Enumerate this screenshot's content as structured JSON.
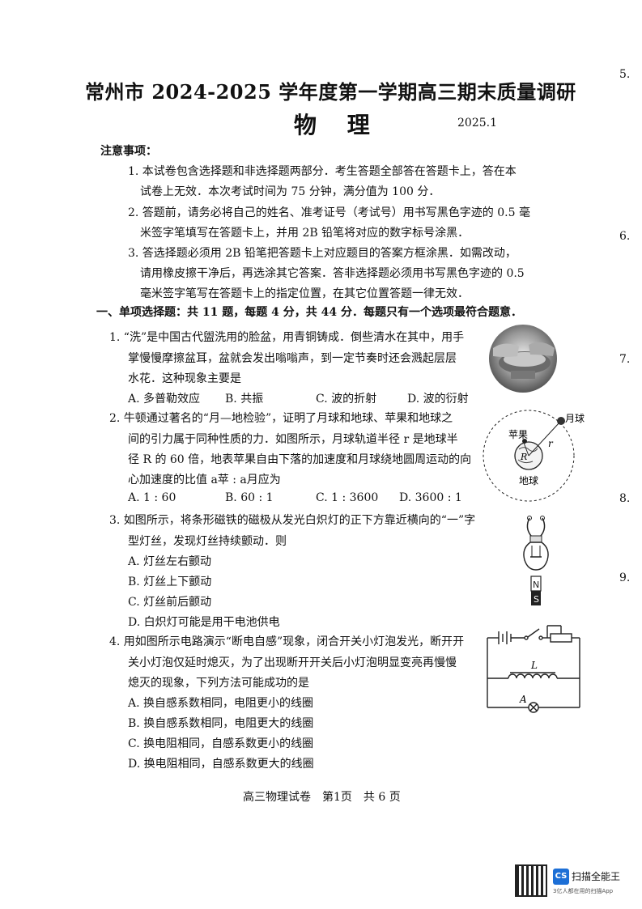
{
  "header": {
    "title": "常州市 2024-2025 学年度第一学期高三期末质量调研",
    "subject": "物 理",
    "date": "2025.1"
  },
  "margin_numbers": [
    "5.",
    "6.",
    "7.",
    "8.",
    "9."
  ],
  "notice": {
    "heading": "注意事项：",
    "lines": [
      "1. 本试卷包含选择题和非选择题两部分．考生答题全部答在答题卡上，答在本",
      "试卷上无效．本次考试时间为 75 分钟，满分值为 100 分．",
      "2. 答题前，请务必将自己的姓名、准考证号（考试号）用书写黑色字迹的 0.5 毫",
      "米签字笔填写在答题卡上，并用 2B 铅笔将对应的数字标号涂黑．",
      "3. 答选择题必须用 2B 铅笔把答题卡上对应题目的答案方框涂黑．如需改动，",
      "请用橡皮擦干净后，再选涂其它答案．答非选择题必须用书写黑色字迹的 0.5",
      "毫米签字笔写在答题卡上的指定位置，在其它位置答题一律无效．"
    ]
  },
  "section_title": "一、单项选择题：共 11 题，每题 4 分，共 44 分．每题只有一个选项最符合题意．",
  "q1": {
    "lines": [
      "1. “洗”是中国古代盥洗用的脸盆，用青铜铸成．倒些清水在其中，用手",
      "掌慢慢摩擦盆耳，盆就会发出嗡嗡声，到一定节奏时还会溅起层层",
      "水花．这种现象主要是"
    ],
    "options": [
      "A. 多普勒效应",
      "B. 共振",
      "C. 波的折射",
      "D. 波的衍射"
    ]
  },
  "q2": {
    "lines": [
      "2. 牛顿通过著名的“月—地检验”，证明了月球和地球、苹果和地球之",
      "间的引力属于同种性质的力．如图所示，月球轨道半径 r 是地球半",
      "径 R 的 60 倍，地表苹果自由下落的加速度和月球绕地圆周运动的向",
      "心加速度的比值 a苹 : a月应为"
    ],
    "options": [
      "A. 1 : 60",
      "B. 60 : 1",
      "C. 1 : 3600",
      "D. 3600 : 1"
    ],
    "figure_labels": {
      "moon": "月球",
      "apple": "苹果",
      "earth": "地球",
      "r": "r",
      "R": "R"
    }
  },
  "q3": {
    "lines": [
      "3. 如图所示，将条形磁铁的磁极从发光白炽灯的正下方靠近横向的“一”字",
      "型灯丝，发现灯丝持续颤动．则"
    ],
    "options": [
      "A. 灯丝左右颤动",
      "B. 灯丝上下颤动",
      "C. 灯丝前后颤动",
      "D. 白炽灯可能是用干电池供电"
    ],
    "figure_labels": {
      "n": "N",
      "s": "S"
    }
  },
  "q4": {
    "lines": [
      "4. 用如图所示电路演示“断电自感”现象，闭合开关小灯泡发光，断开开",
      "关小灯泡仅延时熄灭，为了出现断开开关后小灯泡明显变亮再慢慢",
      "熄灭的现象，下列方法可能成功的是"
    ],
    "options": [
      "A. 换自感系数相同，电阻更小的线圈",
      "B. 换自感系数相同，电阻更大的线圈",
      "C. 换电阻相同，自感系数更小的线圈",
      "D. 换电阻相同，自感系数更大的线圈"
    ],
    "figure_labels": {
      "inductor": "L",
      "lamp": "A"
    }
  },
  "footer": "高三物理试卷　第1页　共 6 页",
  "watermark": {
    "cs": "CS",
    "name": "扫描全能王",
    "sub": "3亿人都在用的扫描App"
  }
}
